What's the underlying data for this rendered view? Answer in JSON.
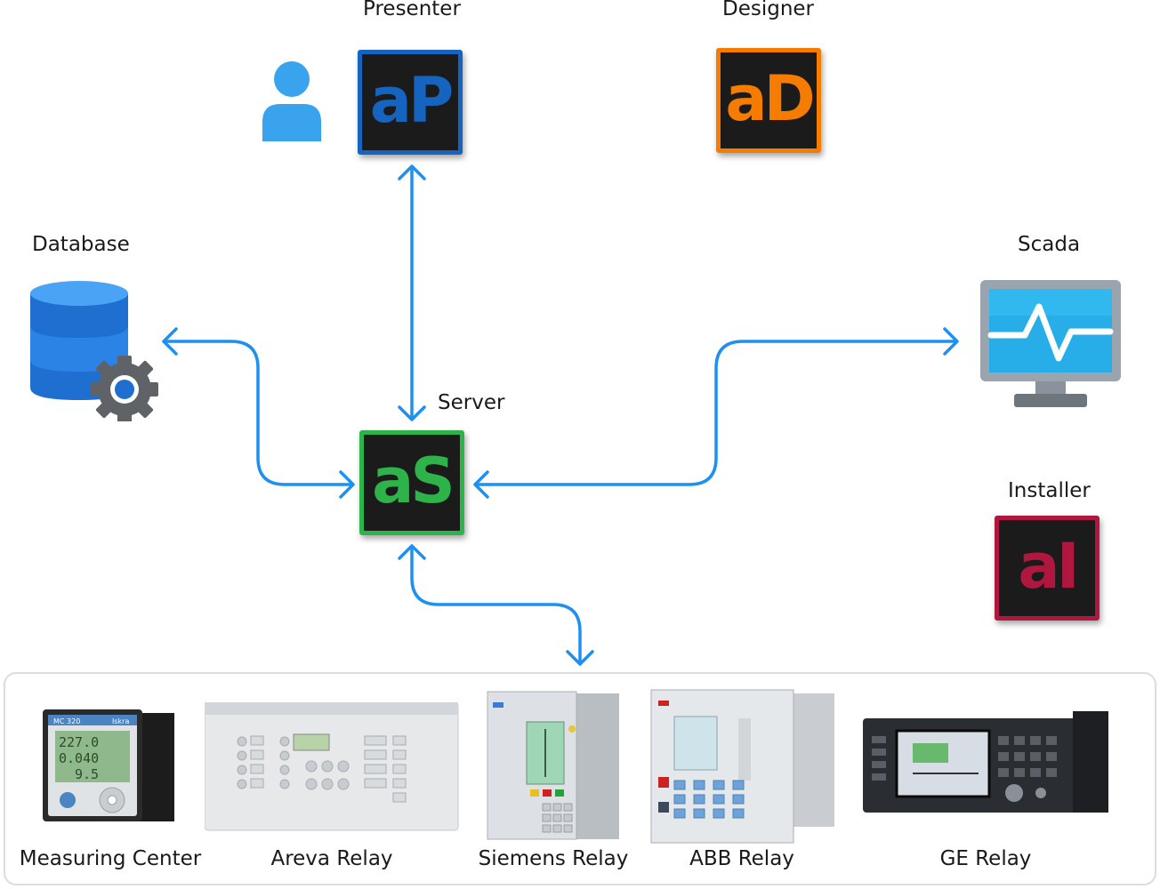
{
  "nodes": {
    "presenter": {
      "label": "Presenter",
      "icon_text": "aP",
      "color": "#1565c0"
    },
    "designer": {
      "label": "Designer",
      "icon_text": "aD",
      "color": "#f57c00"
    },
    "server": {
      "label": "Server",
      "icon_text": "aS",
      "color": "#2db34a"
    },
    "installer": {
      "label": "Installer",
      "icon_text": "aI",
      "color": "#b0173f"
    },
    "database": {
      "label": "Database"
    },
    "scada": {
      "label": "Scada"
    }
  },
  "devices": [
    {
      "label": "Measuring Center"
    },
    {
      "label": "Areva Relay"
    },
    {
      "label": "Siemens Relay"
    },
    {
      "label": "ABB Relay"
    },
    {
      "label": "GE Relay"
    }
  ],
  "meter": {
    "brand": "Iskra",
    "model": "MC 320",
    "readings": [
      "227.0",
      "0.040",
      "9.5"
    ]
  },
  "colors": {
    "arrow": "#1e90f0",
    "user_icon": "#3aa3ee",
    "db": "#1f6fd1",
    "gear": "#5f6368"
  }
}
